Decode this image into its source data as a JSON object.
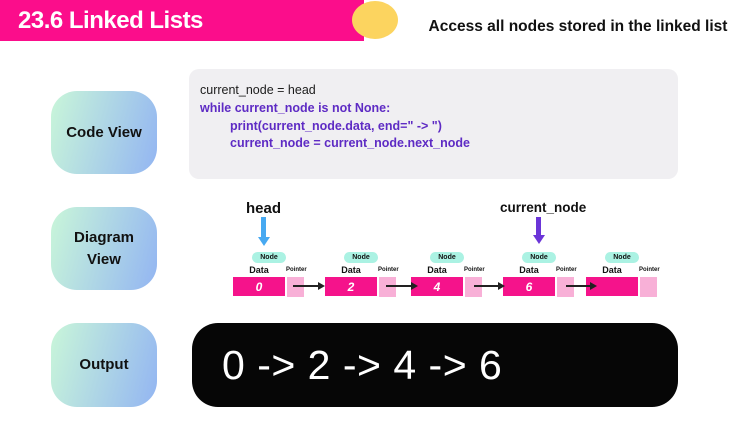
{
  "header": {
    "title": "23.6 Linked Lists",
    "subtitle": "Access all nodes stored in the linked list"
  },
  "sidebar": {
    "items": [
      {
        "label": "Code View"
      },
      {
        "label": "Diagram View"
      },
      {
        "label": "Output"
      }
    ]
  },
  "code_panel": {
    "lines": [
      {
        "text": "current_node = head",
        "style": "plain"
      },
      {
        "text": "while current_node is not None:",
        "style": "keyword"
      },
      {
        "text": "print(current_node.data, end=\" -> \")",
        "style": "keyword-indented"
      },
      {
        "text": "current_node = current_node.next_node",
        "style": "keyword-indented"
      }
    ]
  },
  "diagram": {
    "head_label": "head",
    "current_label": "current_node",
    "node_label": "Node",
    "data_label": "Data",
    "pointer_label": "Pointer",
    "nodes": [
      {
        "value": "0"
      },
      {
        "value": "2"
      },
      {
        "value": "4"
      },
      {
        "value": "6"
      },
      {
        "value": ""
      }
    ],
    "head_points_to_index": 0,
    "current_points_to_index": 3
  },
  "output_panel": {
    "text": "0 -> 2 -> 4 -> 6"
  },
  "colors": {
    "header_pink": "#fb0d8b",
    "accent_yellow": "#fcd45f",
    "button_gradient_start": "#c9f6d9",
    "button_gradient_end": "#93b5f2",
    "code_panel_bg": "#f0eff2",
    "code_keyword_purple": "#5e2bc4",
    "node_data_fill": "#f5138b",
    "node_pointer_fill": "#f8b0d7",
    "node_badge_fill": "#abf2e3",
    "head_arrow_blue": "#47a9f1",
    "current_arrow_purple": "#6b35d8",
    "output_bg": "#060606"
  }
}
